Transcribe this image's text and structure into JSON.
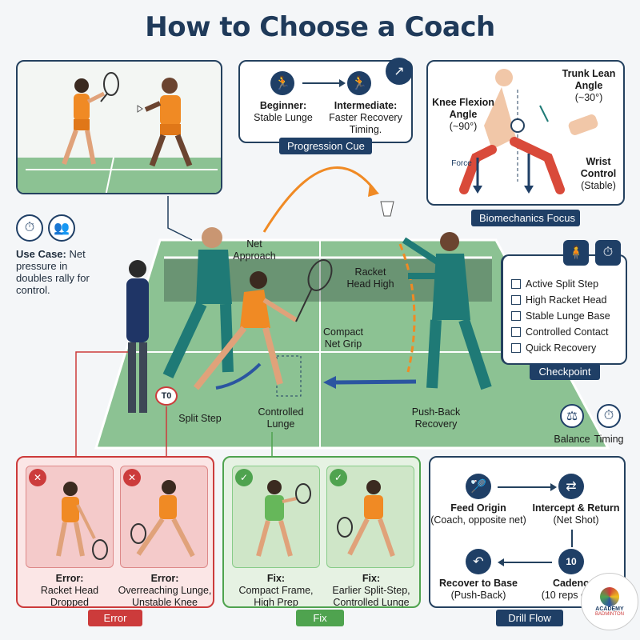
{
  "title": "How to Choose a Coach",
  "progression": {
    "caption": "Progression Cue",
    "beginner_head": "Beginner:",
    "beginner_text": "Stable Lunge",
    "intermediate_head": "Intermediate:",
    "intermediate_text": "Faster Recovery Timing."
  },
  "biomechanics": {
    "caption": "Biomechanics Focus",
    "trunk": "Trunk Lean Angle",
    "trunk_val": "(~30°)",
    "knee": "Knee Flexion Angle",
    "knee_val": "(~90°)",
    "force": "Force",
    "wrist": "Wrist Control",
    "wrist_val": "(Stable)"
  },
  "use_case": {
    "head": "Use Case:",
    "text": "Net pressure in doubles rally for control."
  },
  "court_labels": {
    "net_approach": "Net Approach",
    "racket_head": "Racket Head High",
    "compact_grip": "Compact Net Grip",
    "split_step": "Split Step",
    "controlled_lunge": "Controlled Lunge",
    "push_back": "Push-Back Recovery",
    "to_badge": "T0"
  },
  "checkpoint": {
    "caption": "Checkpoint",
    "items": [
      "Active Split Step",
      "High Racket Head",
      "Stable Lunge Base",
      "Controlled Contact",
      "Quick Recovery"
    ]
  },
  "balance_timing": {
    "balance": "Balance",
    "timing": "Timing"
  },
  "error": {
    "caption": "Error",
    "items": [
      {
        "head": "Error:",
        "text": "Racket Head Dropped"
      },
      {
        "head": "Error:",
        "text": "Overreaching Lunge, Unstable Knee"
      }
    ]
  },
  "fix": {
    "caption": "Fix",
    "items": [
      {
        "head": "Fix:",
        "text": "Compact Frame, High Prep"
      },
      {
        "head": "Fix:",
        "text": "Earlier Split-Step, Controlled Lunge"
      }
    ]
  },
  "drill": {
    "caption": "Drill Flow",
    "feed_head": "Feed Origin",
    "feed_text": "(Coach, opposite net)",
    "intercept_head": "Intercept & Return",
    "intercept_text": "(Net Shot)",
    "recover_head": "Recover to Base",
    "recover_text": "(Push-Back)",
    "cadence_head": "Cadence",
    "cadence_text": "(10 reps each)",
    "cadence_icon": "10"
  },
  "logo": {
    "line1": "ACADEMY",
    "line2": "BADMINTON"
  },
  "colors": {
    "navy": "#1f3f66",
    "court": "#7fb88a",
    "orange": "#f08a24",
    "teal": "#1f7a76",
    "error": "#cc3b3b",
    "fix": "#4fa34f"
  }
}
